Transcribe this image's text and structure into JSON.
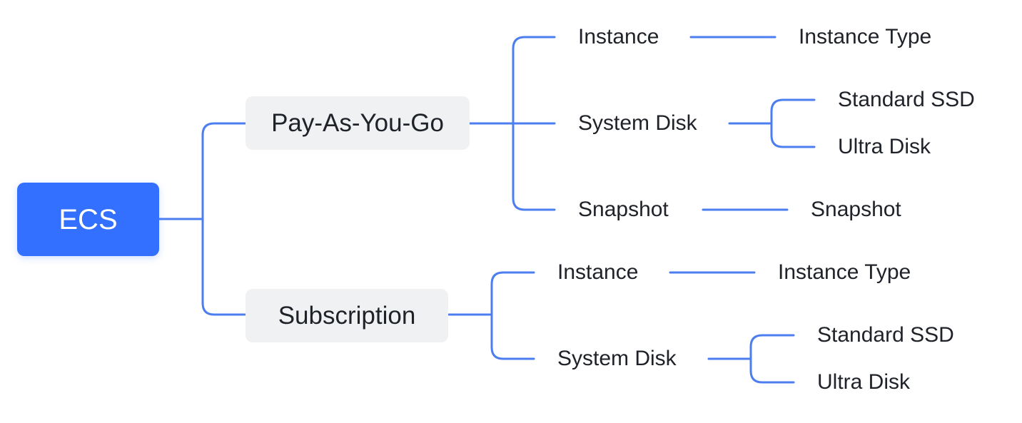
{
  "colors": {
    "connector": "#4d7ef0",
    "root_fill": "#3370ff",
    "root_text": "#ffffff",
    "branch_fill": "#f0f1f3",
    "text": "#1f2329"
  },
  "root": {
    "label": "ECS"
  },
  "branches": [
    {
      "label": "Pay-As-You-Go",
      "children": [
        {
          "label": "Instance",
          "children": [
            "Instance Type"
          ]
        },
        {
          "label": "System Disk",
          "children": [
            "Standard SSD",
            "Ultra Disk"
          ]
        },
        {
          "label": "Snapshot",
          "children": [
            "Snapshot"
          ]
        }
      ]
    },
    {
      "label": "Subscription",
      "children": [
        {
          "label": "Instance",
          "children": [
            "Instance Type"
          ]
        },
        {
          "label": "System Disk",
          "children": [
            "Standard SSD",
            "Ultra Disk"
          ]
        }
      ]
    }
  ]
}
